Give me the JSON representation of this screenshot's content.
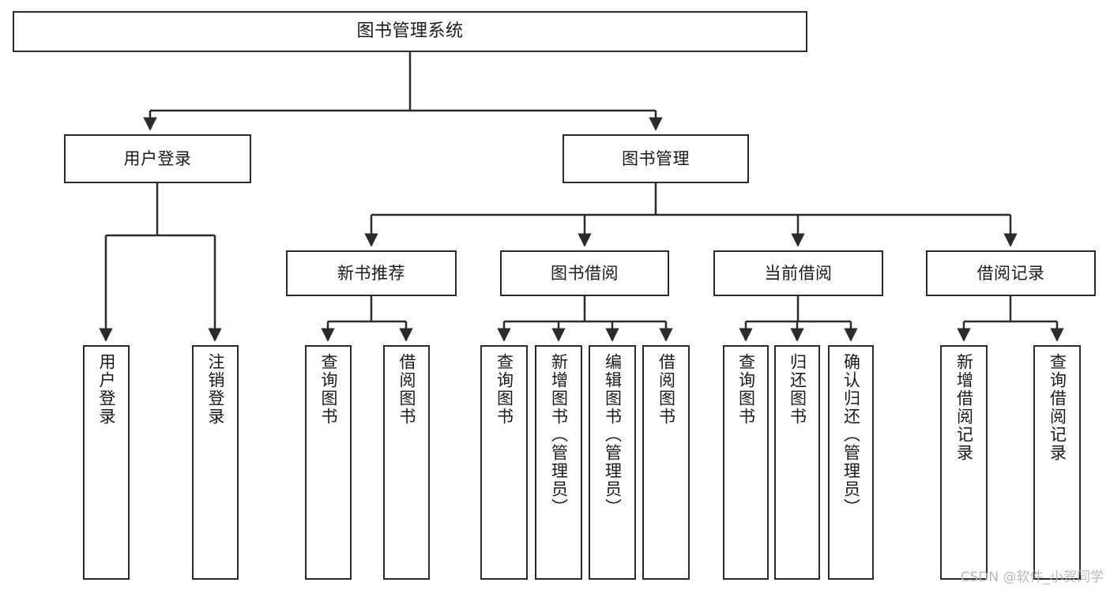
{
  "diagram": {
    "title": "图书管理系统",
    "type": "tree",
    "line_color": "#2b2b2b",
    "box_fill": "#ffffff",
    "text_color": "#1a1a1a",
    "watermark": "CSDN @软件_小贺同学",
    "nodes": {
      "root": {
        "label": "图书管理系统"
      },
      "level2": [
        {
          "label": "用户登录"
        },
        {
          "label": "图书管理"
        }
      ],
      "level3": [
        {
          "label": "新书推荐"
        },
        {
          "label": "图书借阅"
        },
        {
          "label": "当前借阅"
        },
        {
          "label": "借阅记录"
        }
      ],
      "leaves_user_login": [
        {
          "label": "用户登录"
        },
        {
          "label": "注销登录"
        }
      ],
      "leaves_new_books": [
        {
          "label": "查询图书"
        },
        {
          "label": "借阅图书"
        }
      ],
      "leaves_borrow": [
        {
          "label": "查询图书"
        },
        {
          "label": "新增图书（管理员）"
        },
        {
          "label": "编辑图书（管理员）"
        },
        {
          "label": "借阅图书"
        }
      ],
      "leaves_current": [
        {
          "label": "查询图书"
        },
        {
          "label": "归还图书"
        },
        {
          "label": "确认归还（管理员）"
        }
      ],
      "leaves_records": [
        {
          "label": "新增借阅记录"
        },
        {
          "label": "查询借阅记录"
        }
      ]
    }
  }
}
